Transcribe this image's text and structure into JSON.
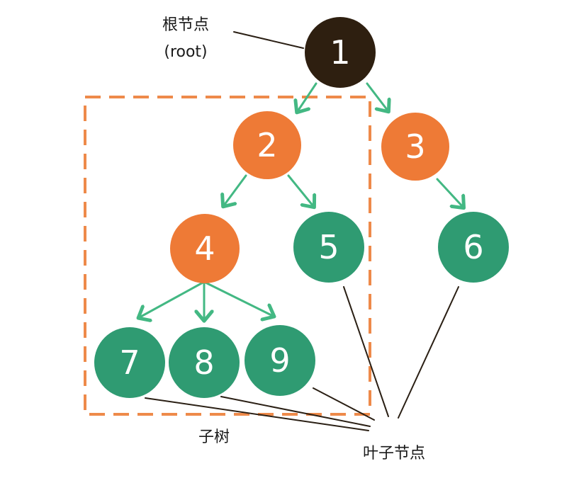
{
  "colors": {
    "root": "#2e1f10",
    "internal": "#ee7a36",
    "leaf": "#2f9b72",
    "arrow": "#43b883",
    "subtree_border": "#ee8a4a",
    "pointer": "#2a1f14",
    "node_text": "#ffffff"
  },
  "nodes": [
    {
      "id": "1",
      "label": "1",
      "role": "root"
    },
    {
      "id": "2",
      "label": "2",
      "role": "internal"
    },
    {
      "id": "3",
      "label": "3",
      "role": "internal"
    },
    {
      "id": "4",
      "label": "4",
      "role": "internal"
    },
    {
      "id": "5",
      "label": "5",
      "role": "leaf"
    },
    {
      "id": "6",
      "label": "6",
      "role": "leaf"
    },
    {
      "id": "7",
      "label": "7",
      "role": "leaf"
    },
    {
      "id": "8",
      "label": "8",
      "role": "leaf"
    },
    {
      "id": "9",
      "label": "9",
      "role": "leaf"
    }
  ],
  "edges": [
    {
      "from": "1",
      "to": "2"
    },
    {
      "from": "1",
      "to": "3"
    },
    {
      "from": "2",
      "to": "4"
    },
    {
      "from": "2",
      "to": "5"
    },
    {
      "from": "3",
      "to": "6"
    },
    {
      "from": "4",
      "to": "7"
    },
    {
      "from": "4",
      "to": "8"
    },
    {
      "from": "4",
      "to": "9"
    }
  ],
  "annotations": {
    "root_label_cn": "根节点",
    "root_label_en": "(root)",
    "subtree_label": "子树",
    "leaf_label": "叶子节点"
  }
}
